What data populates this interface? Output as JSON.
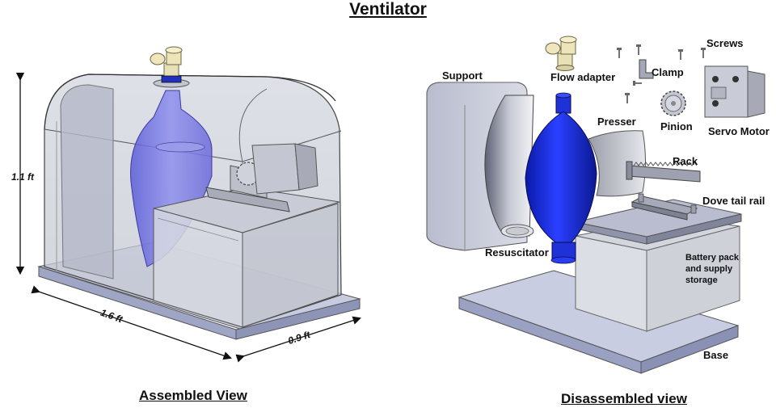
{
  "title": "Ventilator",
  "views": {
    "assembled": "Assembled View",
    "disassembled": "Disassembled view"
  },
  "dimensions": {
    "height": "1.1 ft",
    "length": "1.6 ft",
    "depth": "0.9 ft"
  },
  "parts": {
    "screws": "Screws",
    "support": "Support",
    "flow_adapter": "Flow adapter",
    "clamp": "Clamp",
    "presser": "Presser",
    "pinion": "Pinion",
    "servo_motor": "Servo Motor",
    "rack": "Rack",
    "dove_tail_rail": "Dove tail rail",
    "resuscitator": "Resuscitator",
    "battery_line1": "Battery pack",
    "battery_line2": "and supply",
    "battery_line3": "storage",
    "base": "Base"
  }
}
